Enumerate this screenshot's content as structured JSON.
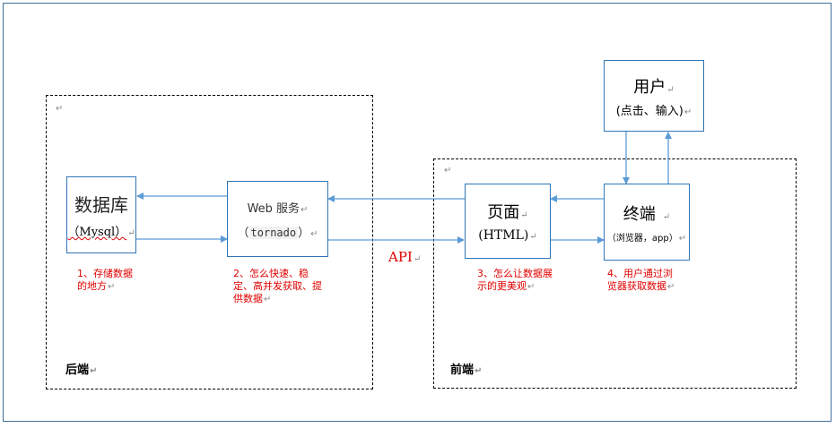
{
  "diagram": {
    "title": "",
    "groups": {
      "backend": {
        "label": "后端"
      },
      "frontend": {
        "label": "前端"
      }
    },
    "nodes": {
      "database": {
        "title": "数据库",
        "subtitle": "（Mysql）",
        "note": "1、存储数据的地方"
      },
      "web_service": {
        "title": "Web 服务",
        "subtitle_open": "（",
        "subtitle_code": "tornado",
        "subtitle_close": "）",
        "note": "2、怎么快速、稳定、高并发获取、提供数据"
      },
      "page": {
        "title": "页面",
        "subtitle": "(HTML)",
        "note": "3、怎么让数据展示的更美观"
      },
      "terminal": {
        "title": "终端",
        "subtitle": "（浏览器，app）",
        "note": "4、用户通过浏览器获取数据"
      },
      "user": {
        "title": "用户",
        "subtitle": "(点击、输入)"
      }
    },
    "edge_labels": {
      "api": "API"
    },
    "paragraph_mark": "↵",
    "colors": {
      "node_border": "#2E75B6",
      "arrow": "#5B9BD5",
      "note": "#e00000",
      "frame": "#41719C"
    }
  }
}
